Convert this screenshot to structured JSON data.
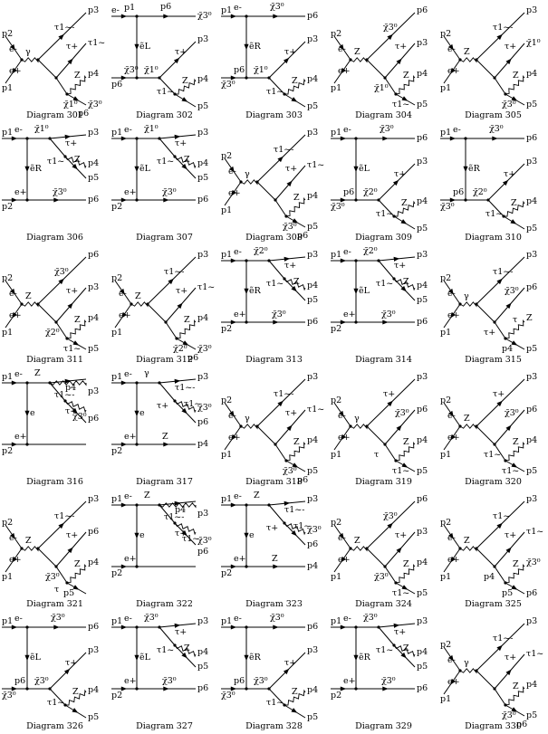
{
  "diagrams": [
    {
      "caption": "Diagram 301",
      "type": "s",
      "boson": "γ",
      "legs": [
        "p2",
        "e-",
        "e+",
        "p1"
      ],
      "out": [
        "τ1~-",
        "p3"
      ],
      "mid": [
        "τ+",
        "τ1~"
      ],
      "decay": [
        "Z",
        "p4",
        "χ̃1⁰",
        "χ̃3⁰",
        "p6"
      ]
    },
    {
      "caption": "Diagram 302",
      "type": "t",
      "legs": [
        "e-",
        "p1",
        "p6",
        "χ̃3⁰"
      ],
      "prop": "ẽL",
      "lower": [
        "e+",
        "p2",
        "χ̃1⁰",
        "τ+",
        "p3",
        "τ1~",
        "Z",
        "p4",
        "p5"
      ]
    },
    {
      "caption": "Diagram 303",
      "type": "t",
      "legs": [
        "p1",
        "e-",
        "χ̃3⁰",
        "p6"
      ],
      "prop": "ẽR",
      "lower": [
        "e+",
        "p2",
        "χ̃1⁰",
        "τ+",
        "p3",
        "τ1~",
        "Z",
        "p4",
        "p5"
      ]
    },
    {
      "caption": "Diagram 304",
      "type": "s",
      "boson": "Z",
      "legs": [
        "p2",
        "e-",
        "e+",
        "p1"
      ],
      "out": [
        "χ̃3⁰",
        "p6"
      ],
      "mid": [
        "τ+",
        "p3",
        "χ̃1⁰"
      ],
      "decay": [
        "Z",
        "p4",
        "τ1~",
        "p5"
      ]
    },
    {
      "caption": "Diagram 305",
      "type": "s",
      "boson": "Z",
      "legs": [
        "p2",
        "e-",
        "e+",
        "p1"
      ],
      "out": [
        "τ1~-",
        "p3"
      ],
      "mid": [
        "τ+",
        "χ̃1⁰"
      ],
      "decay": [
        "Z",
        "p4",
        "χ̃3⁰",
        "p5"
      ]
    },
    {
      "caption": "Diagram 306",
      "type": "t",
      "legs": [
        "p1",
        "e-",
        "p2",
        "e+"
      ],
      "prop": "ẽR",
      "upper": [
        "χ̃1⁰",
        "τ+",
        "p3",
        "τ1~",
        "Z",
        "p4",
        "p5"
      ],
      "bottom": [
        "χ̃3⁰",
        "p6"
      ]
    },
    {
      "caption": "Diagram 307",
      "type": "t",
      "legs": [
        "p1",
        "e-",
        "p2",
        "e+"
      ],
      "prop": "ẽL",
      "upper": [
        "χ̃1⁰",
        "τ+",
        "p3",
        "τ1~",
        "Z",
        "p4",
        "p5"
      ],
      "bottom": [
        "χ̃3⁰",
        "p6"
      ]
    },
    {
      "caption": "Diagram 308",
      "type": "s",
      "boson": "γ",
      "legs": [
        "p2",
        "e-",
        "e+",
        "p1"
      ],
      "out": [
        "τ1~-",
        "p3"
      ],
      "mid": [
        "τ+",
        "τ1~"
      ],
      "decay": [
        "Z",
        "p4",
        "χ̃3⁰",
        "p5",
        "p6"
      ]
    },
    {
      "caption": "Diagram 309",
      "type": "t",
      "legs": [
        "p1",
        "e-",
        "χ̃3⁰",
        "p6"
      ],
      "prop": "ẽL",
      "lower": [
        "e+",
        "p2",
        "χ̃2⁰",
        "τ+",
        "p3",
        "τ1~",
        "Z",
        "p4",
        "p5"
      ]
    },
    {
      "caption": "Diagram 310",
      "type": "t",
      "legs": [
        "p1",
        "e-",
        "χ̃3⁰",
        "p6"
      ],
      "prop": "ẽR",
      "lower": [
        "e+",
        "p2",
        "χ̃2⁰",
        "τ+",
        "p3",
        "τ1~",
        "Z",
        "p4",
        "p5"
      ]
    },
    {
      "caption": "Diagram 311",
      "type": "s",
      "boson": "Z",
      "legs": [
        "p2",
        "e-",
        "e+",
        "p1"
      ],
      "out": [
        "χ̃3⁰",
        "p6"
      ],
      "mid": [
        "τ+",
        "p3",
        "χ̃2⁰"
      ],
      "decay": [
        "Z",
        "p4",
        "τ1~",
        "p5"
      ]
    },
    {
      "caption": "Diagram 312",
      "type": "s",
      "boson": "Z",
      "legs": [
        "p2",
        "e-",
        "e+",
        "p1"
      ],
      "out": [
        "τ1~-",
        "p3"
      ],
      "mid": [
        "τ+",
        "τ1~"
      ],
      "decay": [
        "Z",
        "p4",
        "χ̃2⁰",
        "χ̃3⁰",
        "p6"
      ]
    },
    {
      "caption": "Diagram 313",
      "type": "t",
      "legs": [
        "p1",
        "e-",
        "p2",
        "e+"
      ],
      "prop": "ẽR",
      "upper": [
        "χ̃2⁰",
        "τ+",
        "p3",
        "τ1~",
        "Z",
        "p4",
        "p5"
      ],
      "bottom": [
        "χ̃3⁰",
        "p6"
      ]
    },
    {
      "caption": "Diagram 314",
      "type": "t",
      "legs": [
        "p1",
        "e-",
        "p2",
        "e+"
      ],
      "prop": "ẽL",
      "upper": [
        "χ̃2⁰",
        "τ+",
        "p3",
        "τ1~",
        "Z",
        "p4",
        "p5"
      ],
      "bottom": [
        "χ̃3⁰",
        "p6"
      ]
    },
    {
      "caption": "Diagram 315",
      "type": "s",
      "boson": "γ",
      "legs": [
        "p2",
        "e-",
        "e+",
        "p1"
      ],
      "out": [
        "τ1~-",
        "p3"
      ],
      "mid": [
        "χ̃3⁰",
        "p6",
        "τ+"
      ],
      "decay": [
        "τ",
        "Z",
        "p4",
        "p5"
      ]
    },
    {
      "caption": "Diagram 316",
      "type": "t",
      "legs": [
        "p1",
        "e-",
        "p2",
        "e+"
      ],
      "prop": "e",
      "upper": [
        "Z",
        "p4"
      ],
      "boson": "γ",
      "decay": [
        "τ1~-",
        "p3",
        "τ+",
        "χ̃3⁰",
        "p6"
      ]
    },
    {
      "caption": "Diagram 317",
      "type": "t",
      "legs": [
        "p1",
        "e-",
        "p2",
        "e+"
      ],
      "prop": "e",
      "upper": [
        "γ",
        "τ1~-",
        "p3",
        "τ+",
        "τ1~",
        "χ̃3⁰",
        "p6"
      ],
      "bottom": [
        "Z",
        "p4"
      ]
    },
    {
      "caption": "Diagram 318",
      "type": "s",
      "boson": "γ",
      "legs": [
        "p2",
        "e-",
        "e+",
        "p1"
      ],
      "out": [
        "τ1~-",
        "p3"
      ],
      "mid": [
        "τ+",
        "τ1~"
      ],
      "decay": [
        "Z",
        "p4",
        "χ̃3⁰",
        "p5",
        "p6"
      ]
    },
    {
      "caption": "Diagram 319",
      "type": "s",
      "boson": "γ",
      "legs": [
        "p2",
        "e-",
        "e+",
        "p1"
      ],
      "out": [
        "τ+",
        "p3"
      ],
      "mid": [
        "χ̃3⁰",
        "p6",
        "τ"
      ],
      "decay": [
        "Z",
        "p4",
        "τ1~",
        "p5"
      ]
    },
    {
      "caption": "Diagram 320",
      "type": "s",
      "boson": "Z",
      "legs": [
        "p2",
        "e-",
        "e+",
        "p1"
      ],
      "out": [
        "τ+",
        "p3"
      ],
      "mid": [
        "χ̃3⁰",
        "p6",
        "τ1~"
      ],
      "decay": [
        "Z",
        "p4",
        "τ1~",
        "p5"
      ]
    },
    {
      "caption": "Diagram 321",
      "type": "s",
      "boson": "Z",
      "legs": [
        "p2",
        "e-",
        "e+",
        "p1"
      ],
      "out": [
        "τ1~-",
        "p3"
      ],
      "mid": [
        "τ+",
        "p6",
        "χ̃3⁰",
        "τ"
      ],
      "decay": [
        "Z",
        "p4",
        "p5"
      ]
    },
    {
      "caption": "Diagram 322",
      "type": "t",
      "legs": [
        "p1",
        "e-",
        "p2",
        "e+"
      ],
      "prop": "e",
      "upper": [
        "Z",
        "p4"
      ],
      "boson": "Z",
      "decay": [
        "τ1~-",
        "p3",
        "τ+",
        "τ1~",
        "χ̃3⁰",
        "p6"
      ]
    },
    {
      "caption": "Diagram 323",
      "type": "t",
      "legs": [
        "p1",
        "e-",
        "p2",
        "e+"
      ],
      "prop": "e",
      "upper": [
        "Z",
        "τ1~-",
        "p3",
        "τ+",
        "τ1~",
        "χ̃3⁰",
        "p6"
      ],
      "bottom": [
        "Z",
        "p4"
      ]
    },
    {
      "caption": "Diagram 324",
      "type": "s",
      "boson": "Z",
      "legs": [
        "p2",
        "e-",
        "e+",
        "p1"
      ],
      "out": [
        "χ̃3⁰",
        "p6"
      ],
      "mid": [
        "τ+",
        "p3",
        "χ̃3⁰"
      ],
      "decay": [
        "Z",
        "p4",
        "τ1~",
        "p5"
      ]
    },
    {
      "caption": "Diagram 325",
      "type": "s",
      "boson": "Z",
      "legs": [
        "p2",
        "e-",
        "e+",
        "p1"
      ],
      "out": [
        "τ1~",
        "p3"
      ],
      "mid": [
        "τ+",
        "τ1~",
        "p4"
      ],
      "decay": [
        "Z",
        "χ̃3⁰",
        "p5",
        "p6"
      ]
    },
    {
      "caption": "Diagram 326",
      "type": "t",
      "legs": [
        "p1",
        "e-",
        "χ̃3⁰",
        "p6"
      ],
      "prop": "ẽL",
      "lower": [
        "e+",
        "p2",
        "χ̃3⁰",
        "τ+",
        "p3",
        "τ1~",
        "Z",
        "p4",
        "p5"
      ]
    },
    {
      "caption": "Diagram 327",
      "type": "t",
      "legs": [
        "p1",
        "e-",
        "p2",
        "e+"
      ],
      "prop": "ẽL",
      "upper": [
        "χ̃3⁰",
        "τ+",
        "p3",
        "τ1~",
        "Z",
        "p4",
        "p5"
      ],
      "bottom": [
        "χ̃3⁰",
        "p6"
      ]
    },
    {
      "caption": "Diagram 328",
      "type": "t",
      "legs": [
        "p1",
        "e-",
        "χ̃3⁰",
        "p6"
      ],
      "prop": "ẽR",
      "lower": [
        "e+",
        "p2",
        "χ̃3⁰",
        "τ+",
        "p3",
        "τ1~",
        "Z",
        "p4",
        "p5"
      ]
    },
    {
      "caption": "Diagram 329",
      "type": "t",
      "legs": [
        "p1",
        "e-",
        "p2",
        "e+"
      ],
      "prop": "ẽR",
      "upper": [
        "χ̃3⁰",
        "τ+",
        "p3",
        "τ1~",
        "Z",
        "p4",
        "p5"
      ],
      "bottom": [
        "χ̃3⁰",
        "p6"
      ]
    },
    {
      "caption": "Diagram 330",
      "type": "s",
      "boson": "γ",
      "legs": [
        "p2",
        "e-",
        "e+",
        "p1"
      ],
      "out": [
        "τ1~-",
        "p3"
      ],
      "mid": [
        "τ+",
        "τ1~"
      ],
      "decay": [
        "Z",
        "p4",
        "χ̃3⁰",
        "p5",
        "p6"
      ]
    }
  ]
}
